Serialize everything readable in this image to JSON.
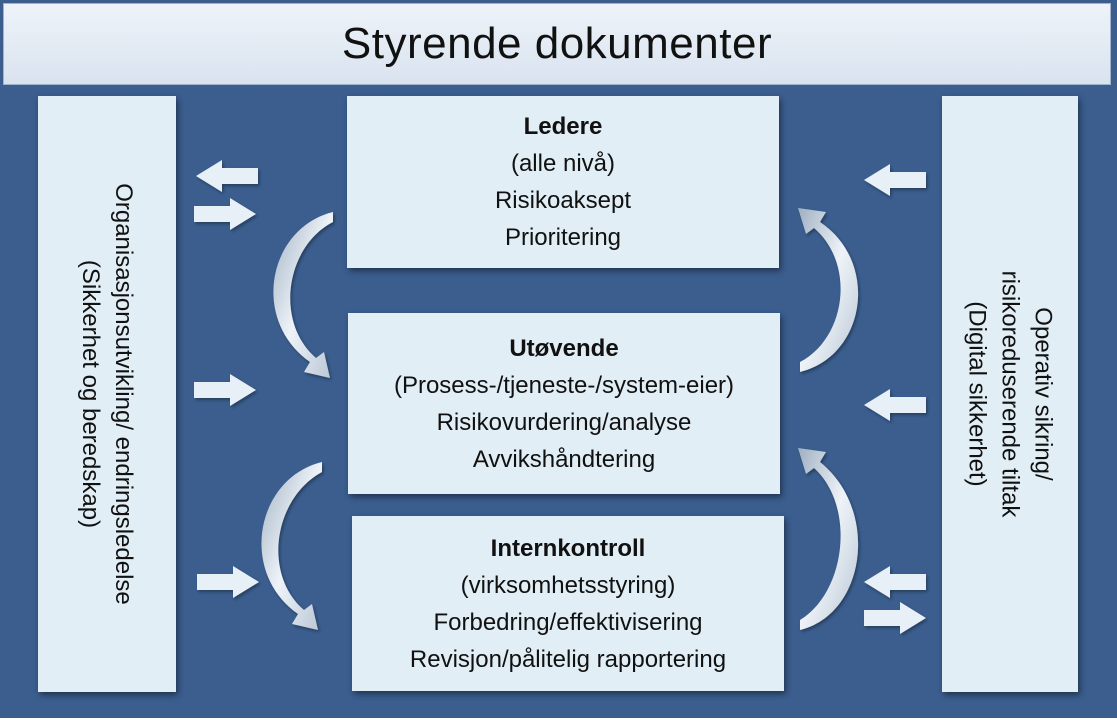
{
  "title": "Styrende dokumenter",
  "left_panel": {
    "lines": [
      "Organisasjonsutvikling/ endringsledelse",
      "(Sikkerhet og beredskap)"
    ]
  },
  "right_panel": {
    "lines": [
      "Operativ sikring/",
      "risikoreduserende tiltak",
      "(Digital sikkerhet)"
    ]
  },
  "boxes": {
    "ledere": {
      "heading": "Ledere",
      "lines": [
        "(alle nivå)",
        "Risikoaksept",
        "Prioritering"
      ]
    },
    "utovende": {
      "heading": "Utøvende",
      "lines": [
        "(Prosess-/tjeneste-/system-eier)",
        "Risikovurdering/analyse",
        "Avvikshåndtering"
      ]
    },
    "internkontroll": {
      "heading": "Internkontroll",
      "lines": [
        "(virksomhetsstyring)",
        "Forbedring/effektivisering",
        "Revisjon/pålitelig rapportering"
      ]
    }
  },
  "colors": {
    "background": "#3b5e8f",
    "box_fill": "#e1eef5",
    "arrow_fill": "#e8f0f7",
    "curve_fill": "#c8d3df"
  },
  "icons": [
    "arrow-left-icon",
    "arrow-right-icon",
    "curved-arrow-icon"
  ]
}
